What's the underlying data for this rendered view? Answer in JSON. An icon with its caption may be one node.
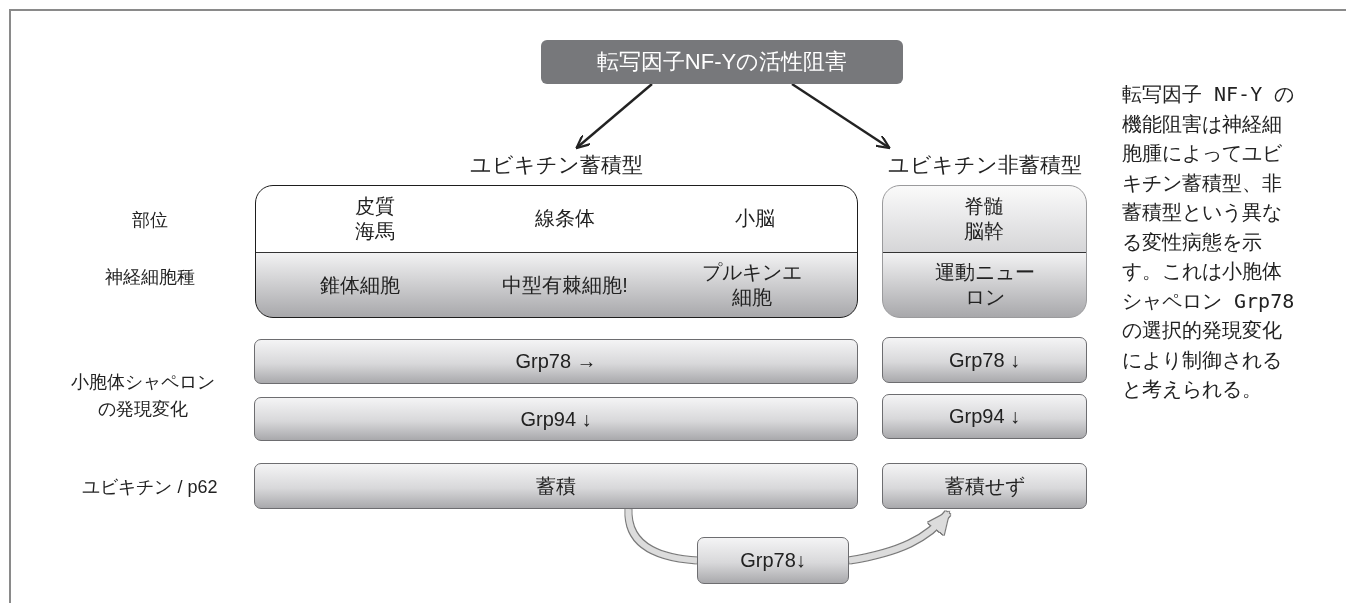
{
  "diagram": {
    "nodes": [
      {
        "text": [
          "転写因子NF-Yの活性阻害"
        ]
      },
      {
        "text": [
          "ユビキチン蓄積型"
        ]
      },
      {
        "text": [
          "皮質海馬"
        ],
        "in": 1
      },
      {
        "text": [
          "線条体"
        ],
        "in": 1
      },
      {
        "text": [
          "小脳"
        ],
        "in": 1
      },
      {
        "text": [
          "錐体細胞"
        ],
        "in": 1
      },
      {
        "text": [
          "中型有棘細胞!"
        ],
        "in": 1
      },
      {
        "text": [
          "プルキンエ細胞"
        ],
        "in": 1
      },
      {
        "text": [
          "ユビキチン非蓄積型"
        ]
      },
      {
        "text": [
          "脊髄脳幹"
        ],
        "in": 8
      },
      {
        "text": [
          "運動ニューロン"
        ],
        "in": 8
      },
      {
        "text": [
          "Grp78 →"
        ]
      },
      {
        "text": [
          "Grp94 ↓"
        ]
      },
      {
        "text": [
          "Grp78 ↓"
        ]
      },
      {
        "text": [
          "Grp94 ↓"
        ]
      },
      {
        "text": [
          "蓄積"
        ]
      },
      {
        "text": [
          "蓄積せず"
        ]
      },
      {
        "text": [
          "Grp78↓"
        ]
      }
    ],
    "edges": [
      {
        "from": 0,
        "to": 1,
        "arrow": "to"
      },
      {
        "from": 0,
        "to": 8,
        "arrow": "to"
      },
      {
        "from": 15,
        "to": 17,
        "arrow": "none",
        "style": "thick",
        "color": "#dcdcdc"
      },
      {
        "from": 17,
        "to": 16,
        "arrow": "to",
        "style": "thick",
        "color": "#dcdcdc"
      }
    ],
    "labels": [
      "部位",
      "神経細胞種",
      "小胞体シャペロンの発現変化",
      "ユビキチン / p62",
      "転写因子 NF-Y の機能阻害は神経細胞腫によってユビキチン蓄積型、非蓄積型という異なる変性病態を示す。これは小胞体シャペロン Grp78 の選択的発現変化により制御されると考えられる。"
    ]
  }
}
